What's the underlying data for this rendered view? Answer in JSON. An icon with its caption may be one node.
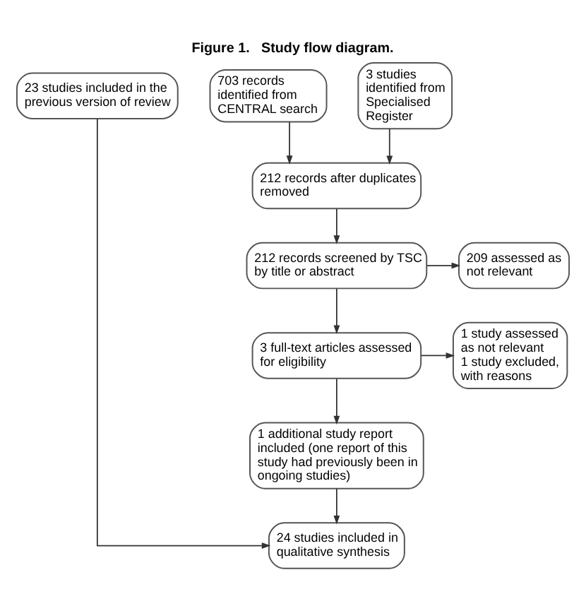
{
  "diagram": {
    "title": "Figure 1.   Study flow diagram.",
    "nodes": [
      {
        "text": [
          "23 studies included in the previous version of review"
        ]
      },
      {
        "text": [
          "703 records identified from CENTRAL search"
        ]
      },
      {
        "text": [
          "3 studies identified from Specialised Register"
        ]
      },
      {
        "text": [
          "212 records after duplicates removed"
        ]
      },
      {
        "text": [
          "212 records screened by TSC by title or abstract"
        ]
      },
      {
        "text": [
          "209 assessed as not relevant"
        ]
      },
      {
        "text": [
          "3 full-text articles assessed for eligibility"
        ]
      },
      {
        "text": [
          "1 study assessed as not relevant",
          "1 study excluded, with reasons"
        ]
      },
      {
        "text": [
          "1 additional study report included (one report of this study had previously been in ongoing studies)"
        ]
      },
      {
        "text": [
          "24 studies included in qualitative synthesis"
        ]
      }
    ],
    "edges": [
      {
        "from": 1,
        "to": 3,
        "arrow": "to"
      },
      {
        "from": 2,
        "to": 3,
        "arrow": "to"
      },
      {
        "from": 3,
        "to": 4,
        "arrow": "to"
      },
      {
        "from": 4,
        "to": 5,
        "arrow": "to"
      },
      {
        "from": 4,
        "to": 6,
        "arrow": "to"
      },
      {
        "from": 6,
        "to": 7,
        "arrow": "to"
      },
      {
        "from": 6,
        "to": 8,
        "arrow": "to"
      },
      {
        "from": 0,
        "to": 9,
        "arrow": "to"
      },
      {
        "from": 8,
        "to": 9,
        "arrow": "to"
      }
    ]
  }
}
